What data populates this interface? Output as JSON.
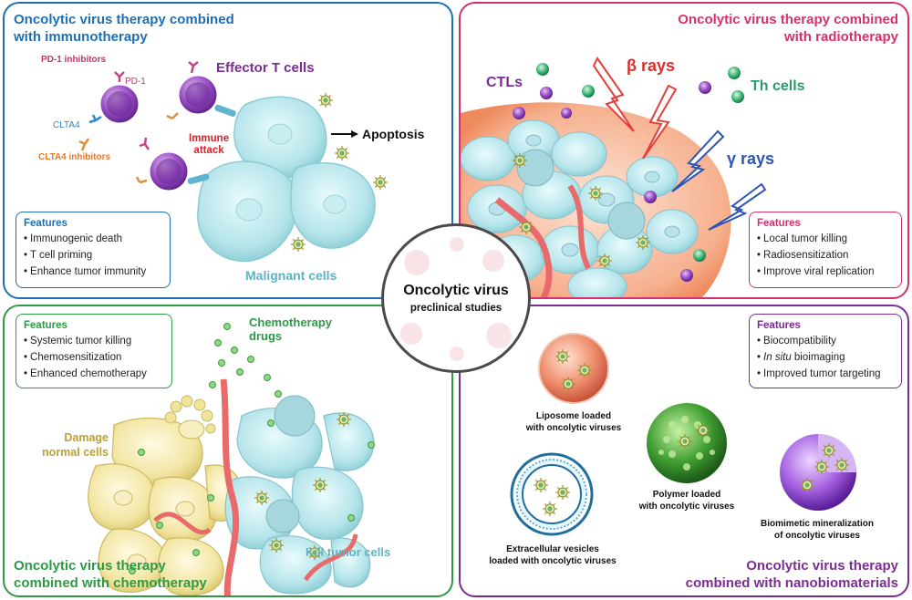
{
  "center": {
    "title": "Oncolytic virus",
    "subtitle": "preclinical studies"
  },
  "immuno": {
    "title_line1": "Oncolytic virus therapy combined",
    "title_line2": "with immunotherapy",
    "pd1_inhibitors": "PD-1 inhibitors",
    "pd1": "PD-1",
    "clta4": "CLTA4",
    "clta4_inhibitors": "CLTA4 inhibitors",
    "effector": "Effector T cells",
    "immune_attack_1": "Immune",
    "immune_attack_2": "attack",
    "apoptosis": "Apoptosis",
    "malignant": "Malignant cells",
    "features_title": "Features",
    "features": [
      "Immunogenic death",
      "T cell priming",
      "Enhance tumor immunity"
    ],
    "color": "#1f6fb2"
  },
  "radio": {
    "title_line1": "Oncolytic virus therapy combined",
    "title_line2": "with radiotherapy",
    "ctls": "CTLs",
    "beta": "β rays",
    "th": "Th cells",
    "gamma": "γ rays",
    "features_title": "Features",
    "features": [
      "Local tumor killing",
      "Radiosensitization",
      "Improve viral replication"
    ],
    "color": "#d6316f"
  },
  "chemo": {
    "title_line1": "Oncolytic virus therapy",
    "title_line2": "combined with chemotherapy",
    "drugs_1": "Chemotherapy",
    "drugs_2": "drugs",
    "damage_1": "Damage",
    "damage_2": "normal cells",
    "kill": "Kill tumor cells",
    "features_title": "Features",
    "features": [
      "Systemic tumor killing",
      "Chemosensitization",
      "Enhanced chemotherapy"
    ],
    "color": "#2e9a45"
  },
  "nano": {
    "title_line1": "Oncolytic virus therapy",
    "title_line2": "combined with nanobiomaterials",
    "liposome_1": "Liposome loaded",
    "liposome_2": "with oncolytic viruses",
    "polymer_1": "Polymer loaded",
    "polymer_2": "with oncolytic viruses",
    "biomin_1": "Biomimetic mineralization",
    "biomin_2": "of oncolytic viruses",
    "ev_1": "Extracellular vesicles",
    "ev_2": "loaded with oncolytic viruses",
    "features_title": "Features",
    "features_0": "Biocompatibility",
    "features_1_italic": "In situ",
    "features_1_rest": " bioimaging",
    "features_2": "Improved tumor targeting",
    "color": "#7b2d95"
  }
}
